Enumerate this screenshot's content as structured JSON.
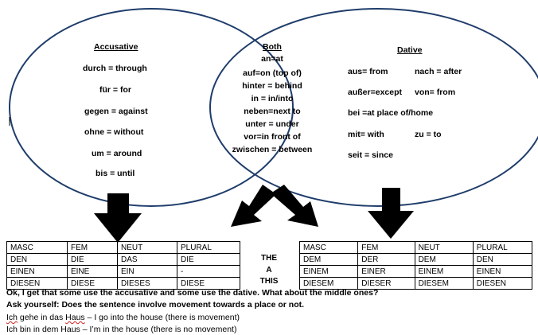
{
  "accusative": {
    "heading": "Accusative",
    "items": [
      "durch = through",
      "für = for",
      "gegen = against",
      "ohne = without",
      "um = around",
      "bis = until"
    ]
  },
  "both": {
    "heading": "Both",
    "items": [
      "an=at",
      "auf=on (top of)",
      "hinter = behind",
      "in = in/into",
      "neben=next to",
      "unter = under",
      "vor=in front of",
      "zwischen = between"
    ]
  },
  "dative": {
    "heading": "Dative",
    "rows": [
      [
        "aus= from",
        "nach = after"
      ],
      [
        "außer=except",
        "von= from"
      ],
      [
        "bei =at place of/home",
        ""
      ],
      [
        "mit= with",
        "zu = to"
      ],
      [
        "seit = since",
        ""
      ]
    ]
  },
  "accusative_table": [
    [
      "MASC",
      "FEM",
      "NEUT",
      "PLURAL"
    ],
    [
      "DEN",
      "DIE",
      "DAS",
      "DIE"
    ],
    [
      "EINEN",
      "EINE",
      "EIN",
      "-"
    ],
    [
      "DIESEN",
      "DIESE",
      "DIESES",
      "DIESE"
    ]
  ],
  "middle_words": [
    "THE",
    "A",
    "THIS"
  ],
  "dative_table": [
    [
      "MASC",
      "FEM",
      "NEUT",
      "PLURAL"
    ],
    [
      "DEM",
      "DER",
      "DEM",
      "DEN"
    ],
    [
      "EINEM",
      "EINER",
      "EINEM",
      "EINEN"
    ],
    [
      "DIESEM",
      "DIESER",
      "DIESEM",
      "DIESEN"
    ]
  ],
  "notes": {
    "line1": "Ok, I get that some use the accusative and some use the dative.  What about the middle ones?",
    "line2": "Ask yourself: Does the sentence involve movement towards a place or not.",
    "line3": {
      "w1": "Ich",
      "p1": " gehe in das ",
      "w2": "Haus",
      "p2": " – I go into the house (there is movement)"
    },
    "line4": "Ich bin in dem Haus – I’m in the house (there is no movement)"
  }
}
